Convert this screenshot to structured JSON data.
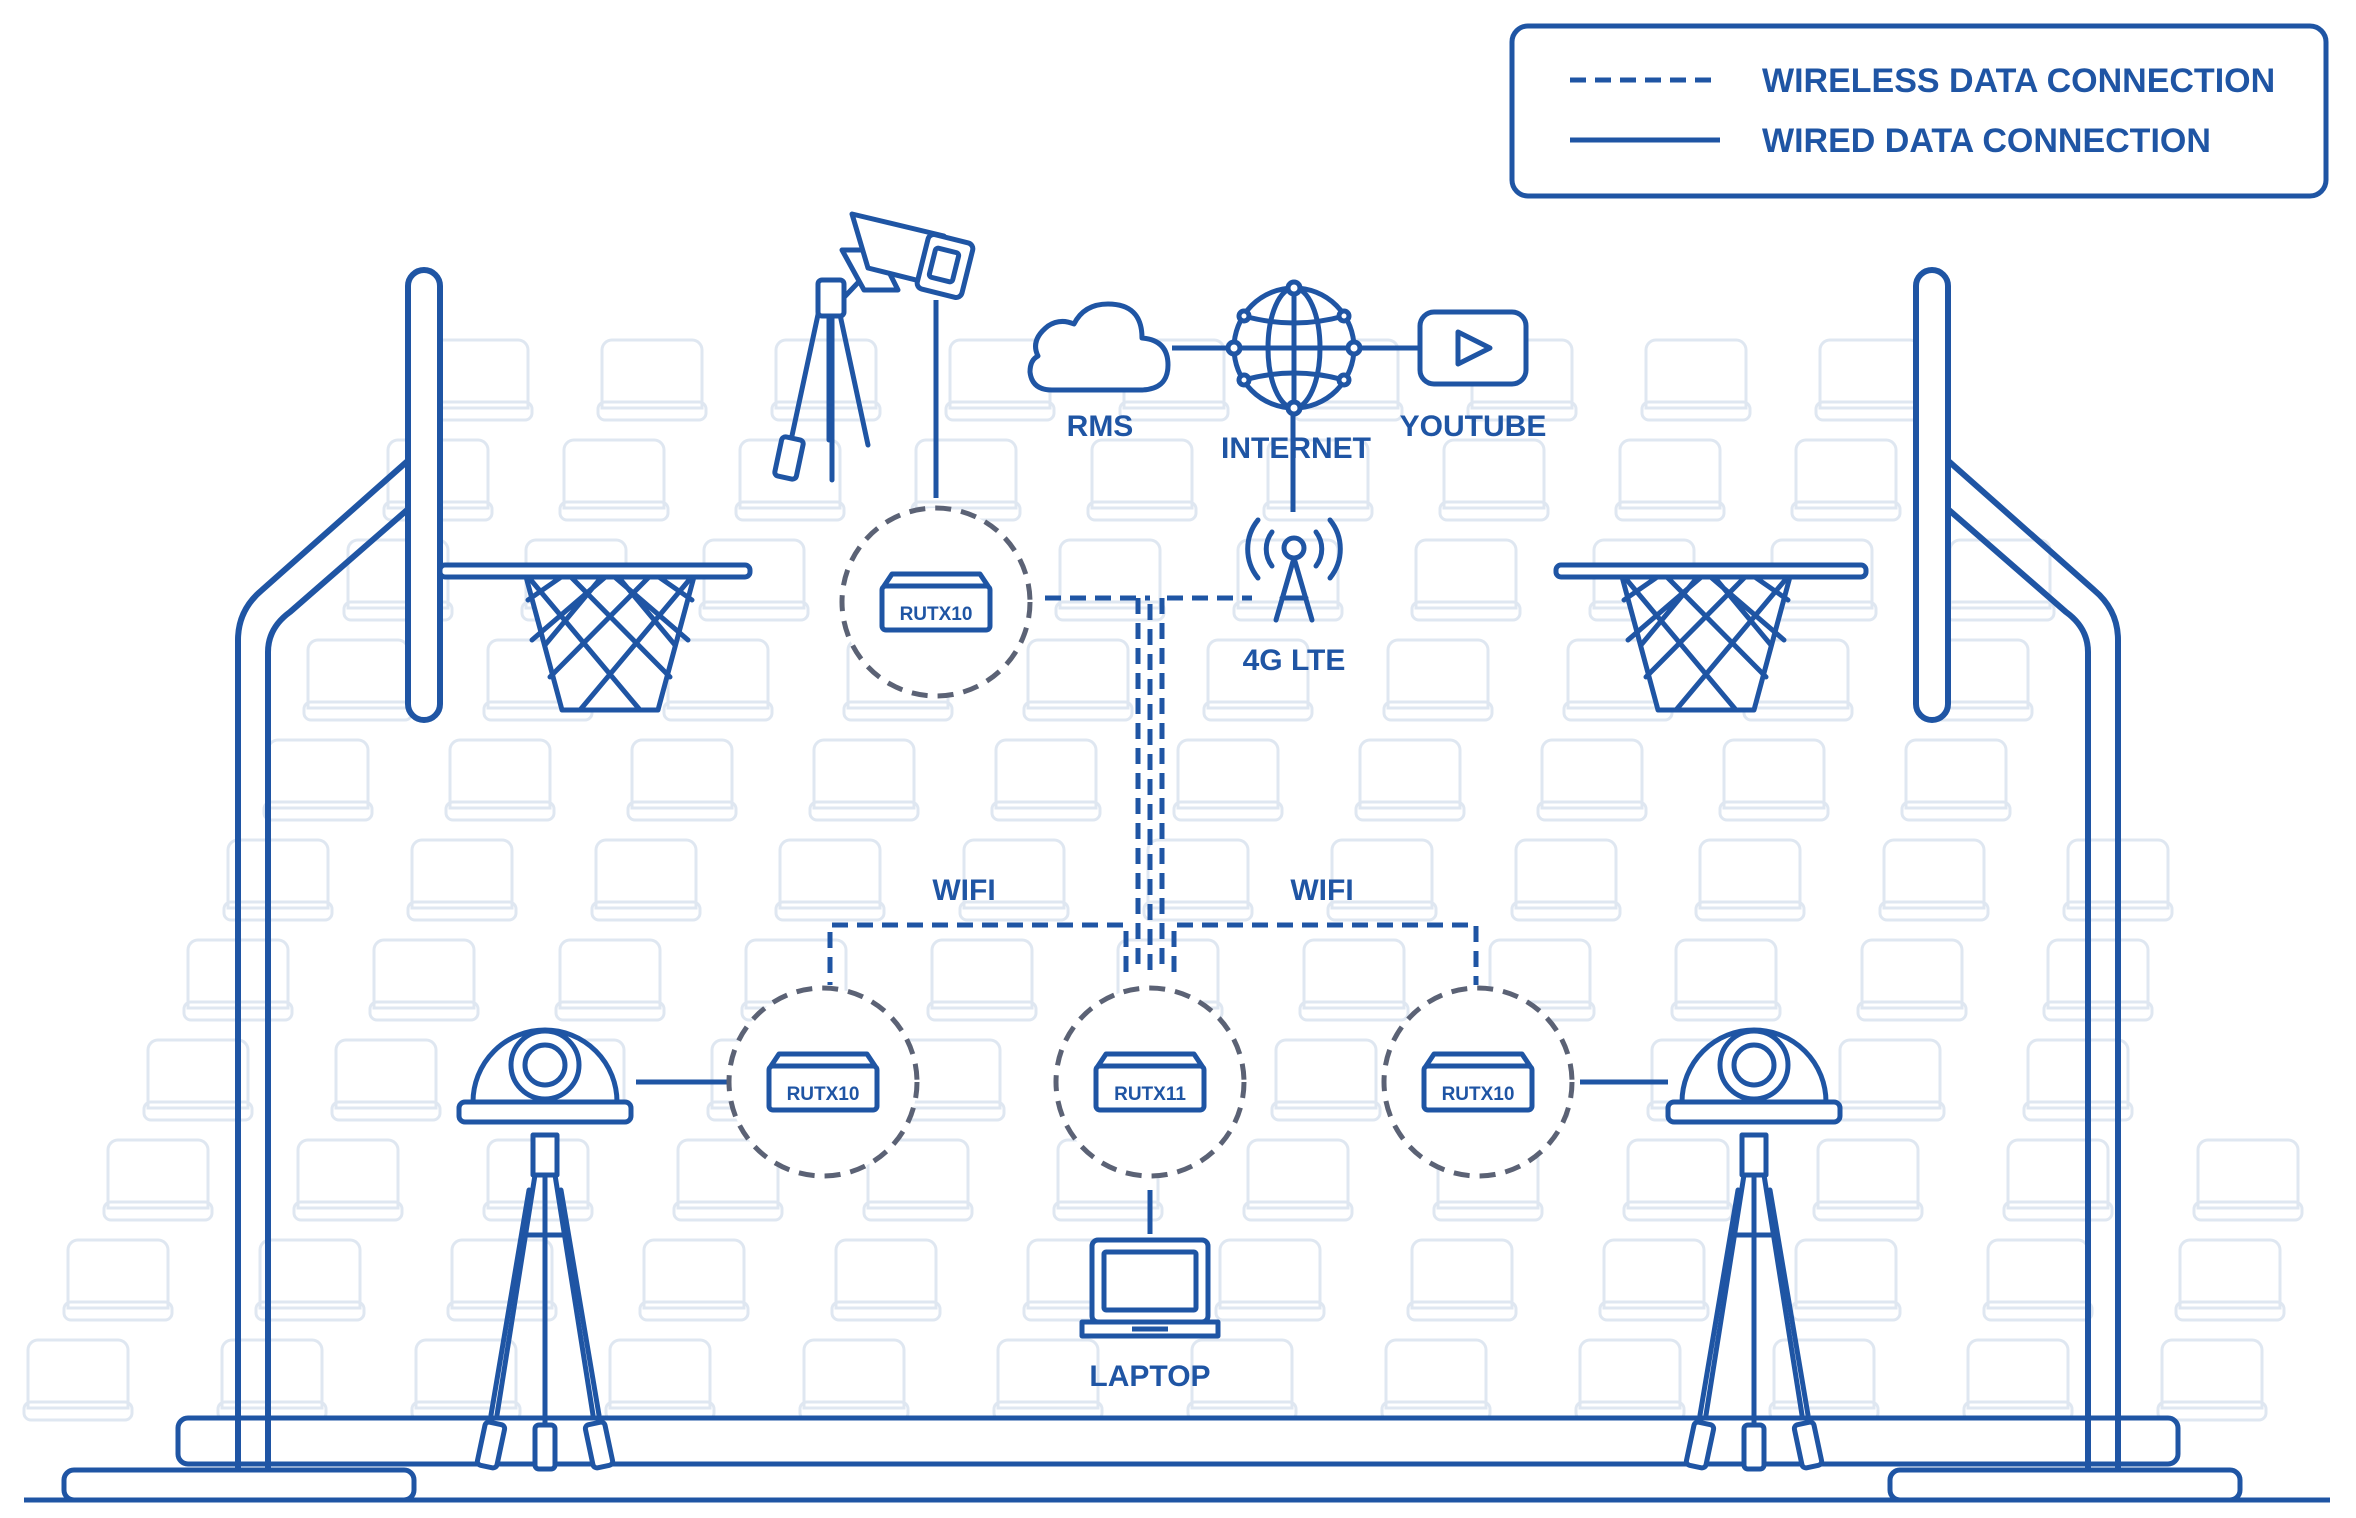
{
  "legend": {
    "wireless_label": "WIRELESS DATA CONNECTION",
    "wired_label": "WIRED DATA CONNECTION"
  },
  "labels": {
    "rms": "RMS",
    "internet": "INTERNET",
    "youtube": "YOUTUBE",
    "lte": "4G LTE",
    "wifi_left": "WIFI",
    "wifi_right": "WIFI",
    "laptop": "LAPTOP"
  },
  "devices": {
    "router_top": "RUTX10",
    "router_left": "RUTX10",
    "router_center": "RUTX11",
    "router_right": "RUTX10"
  },
  "colors": {
    "primary": "#1f55a4",
    "seats": "#dfe7f1",
    "dashed_circle": "#5b6275"
  },
  "icons": [
    "cloud-icon",
    "globe-icon",
    "youtube-play-icon",
    "cell-tower-icon",
    "cctv-camera-icon",
    "ptz-camera-icon",
    "laptop-icon",
    "router-icon",
    "basketball-hoop-icon",
    "tripod-icon"
  ]
}
